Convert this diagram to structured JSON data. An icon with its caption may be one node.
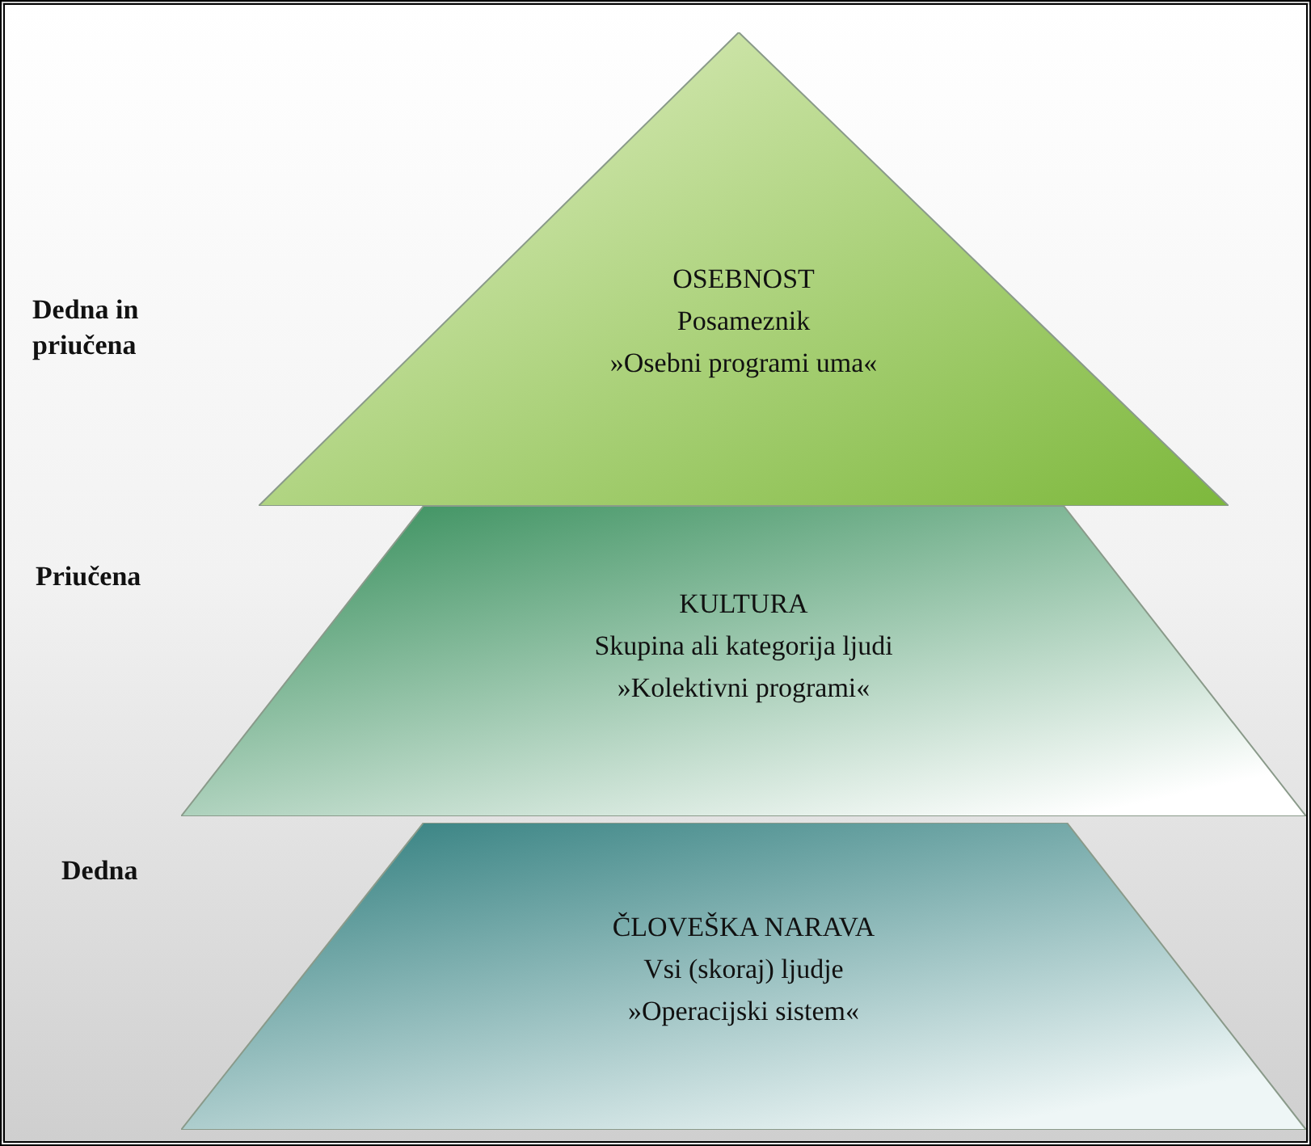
{
  "diagram": {
    "nodes": [
      {
        "text": [
          "OSEBNOST",
          "Posameznik",
          "»Osebni programi uma«"
        ]
      },
      {
        "text": [
          "KULTURA",
          "Skupina ali kategorija ljudi",
          "»Kolektivni programi«"
        ]
      },
      {
        "text": [
          "ČLOVEŠKA NARAVA",
          "Vsi (skoraj) ljudje",
          "»Operacijski sistem«"
        ]
      }
    ],
    "labels": [
      "Dedna in priučena",
      "Priučena",
      "Dedna"
    ]
  }
}
